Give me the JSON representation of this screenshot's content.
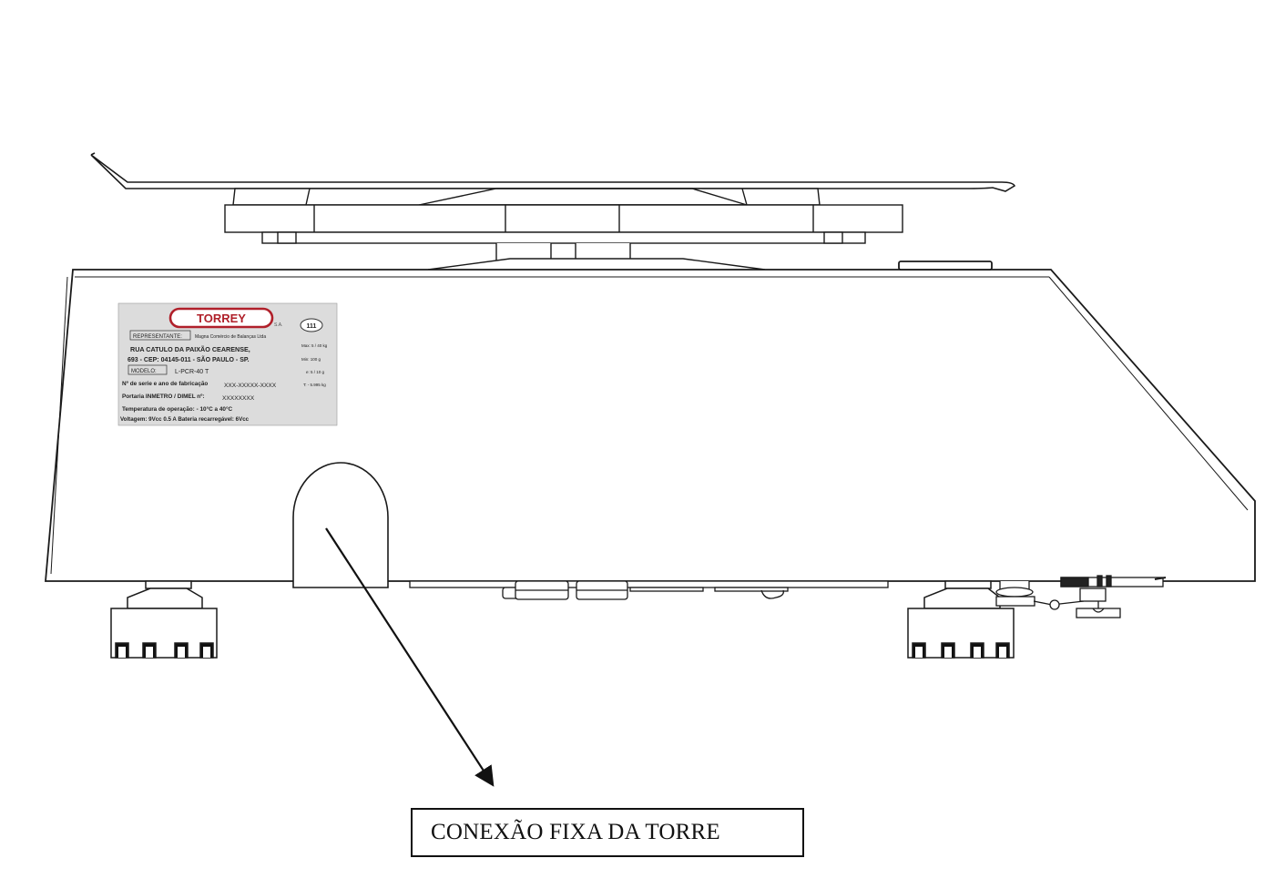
{
  "label": {
    "brand": "TORREY",
    "brand_suffix": "S.A.",
    "badge": "111",
    "representante_tag": "REPRESENTANTE:",
    "representante_value": "Magna Comércio de Balanças Ltda",
    "address_line1": "RUA CATULO DA PAIXÃO CEARENSE,",
    "address_line2": "693 - CEP: 04145-011 - SÃO PAULO - SP.",
    "modelo_tag": "MODELO:",
    "modelo_value": "L-PCR-40 T",
    "max_spec": "Max: 5 / 40 kg",
    "min_spec": "Min:   100 g",
    "e_spec": "e:  5 / 10 g",
    "t_spec": "T: - 5.995 kg",
    "serial_label": "Nº de serie e ano de fabricação",
    "serial_value": "XXX-XXXXX-XXXX",
    "portaria_label": "Portaria INMETRO / DIMEL nº:",
    "portaria_value": "XXXXXXXX",
    "temperature": "Temperatura de operação: - 10°C a 40°C",
    "voltage": "Voltagem: 9Vcc 0.5 A   Bateria recarregável: 6Vcc"
  },
  "callout": {
    "text": "CONEXÃO FIXA DA TORRE"
  },
  "colors": {
    "line": "#1a1a1a",
    "brand_red": "#b0202a",
    "label_bg": "#dcdcdc"
  }
}
